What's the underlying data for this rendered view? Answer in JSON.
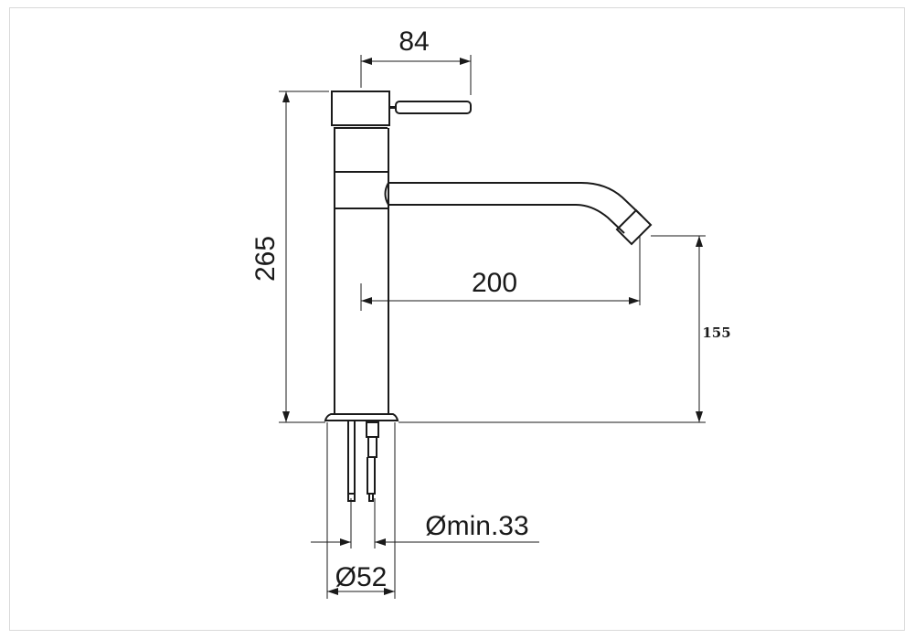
{
  "drawing": {
    "dimensions": {
      "handle_width": "84",
      "total_height": "265",
      "spout_reach": "200",
      "spout_height": "155",
      "hole_min": "Ømin.33",
      "base_diameter": "Ø52"
    }
  }
}
